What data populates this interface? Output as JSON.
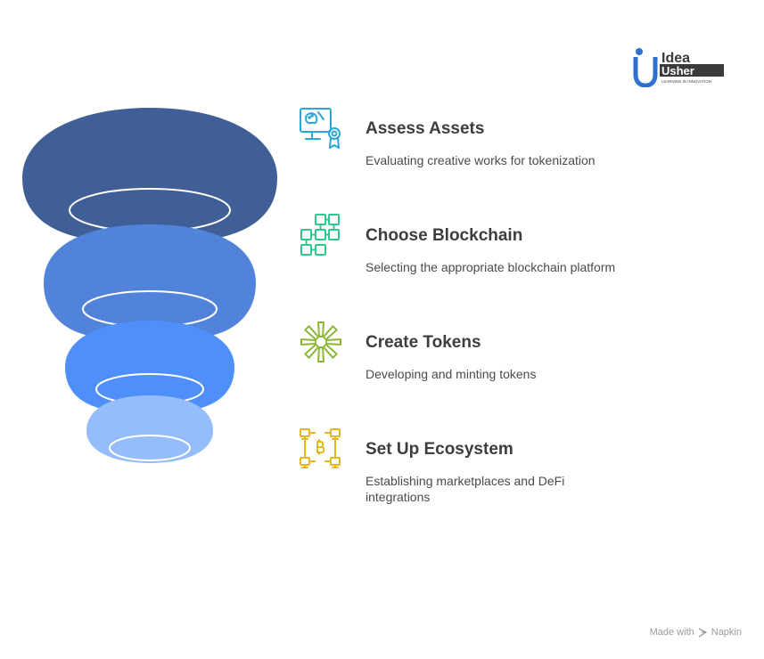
{
  "logo": {
    "line1": "Idea",
    "line2": "Usher",
    "tagline": "LEARNING IN INNOVATION",
    "colors": {
      "blue": "#2f6fcf",
      "dark": "#3a3a3a",
      "grey": "#4a4a4a"
    }
  },
  "funnel": {
    "layer_colors": [
      "#415f97",
      "#5083d9",
      "#4e8ffa",
      "#95bdfc"
    ]
  },
  "steps": [
    {
      "title": "Assess Assets",
      "description": "Evaluating creative works for tokenization",
      "icon": "art-certificate-icon",
      "color": "#29a7d6"
    },
    {
      "title": "Choose Blockchain",
      "description": "Selecting the appropriate blockchain platform",
      "icon": "blockchain-network-icon",
      "color": "#31c88c"
    },
    {
      "title": "Create Tokens",
      "description": "Developing and minting tokens",
      "icon": "sunburst-icon",
      "color": "#8fb83a"
    },
    {
      "title": "Set Up Ecosystem",
      "description": "Establishing marketplaces and DeFi integrations",
      "icon": "bitcoin-network-icon",
      "color": "#e2b81f"
    }
  ],
  "footer": {
    "made_with": "Made with",
    "brand": "Napkin"
  }
}
